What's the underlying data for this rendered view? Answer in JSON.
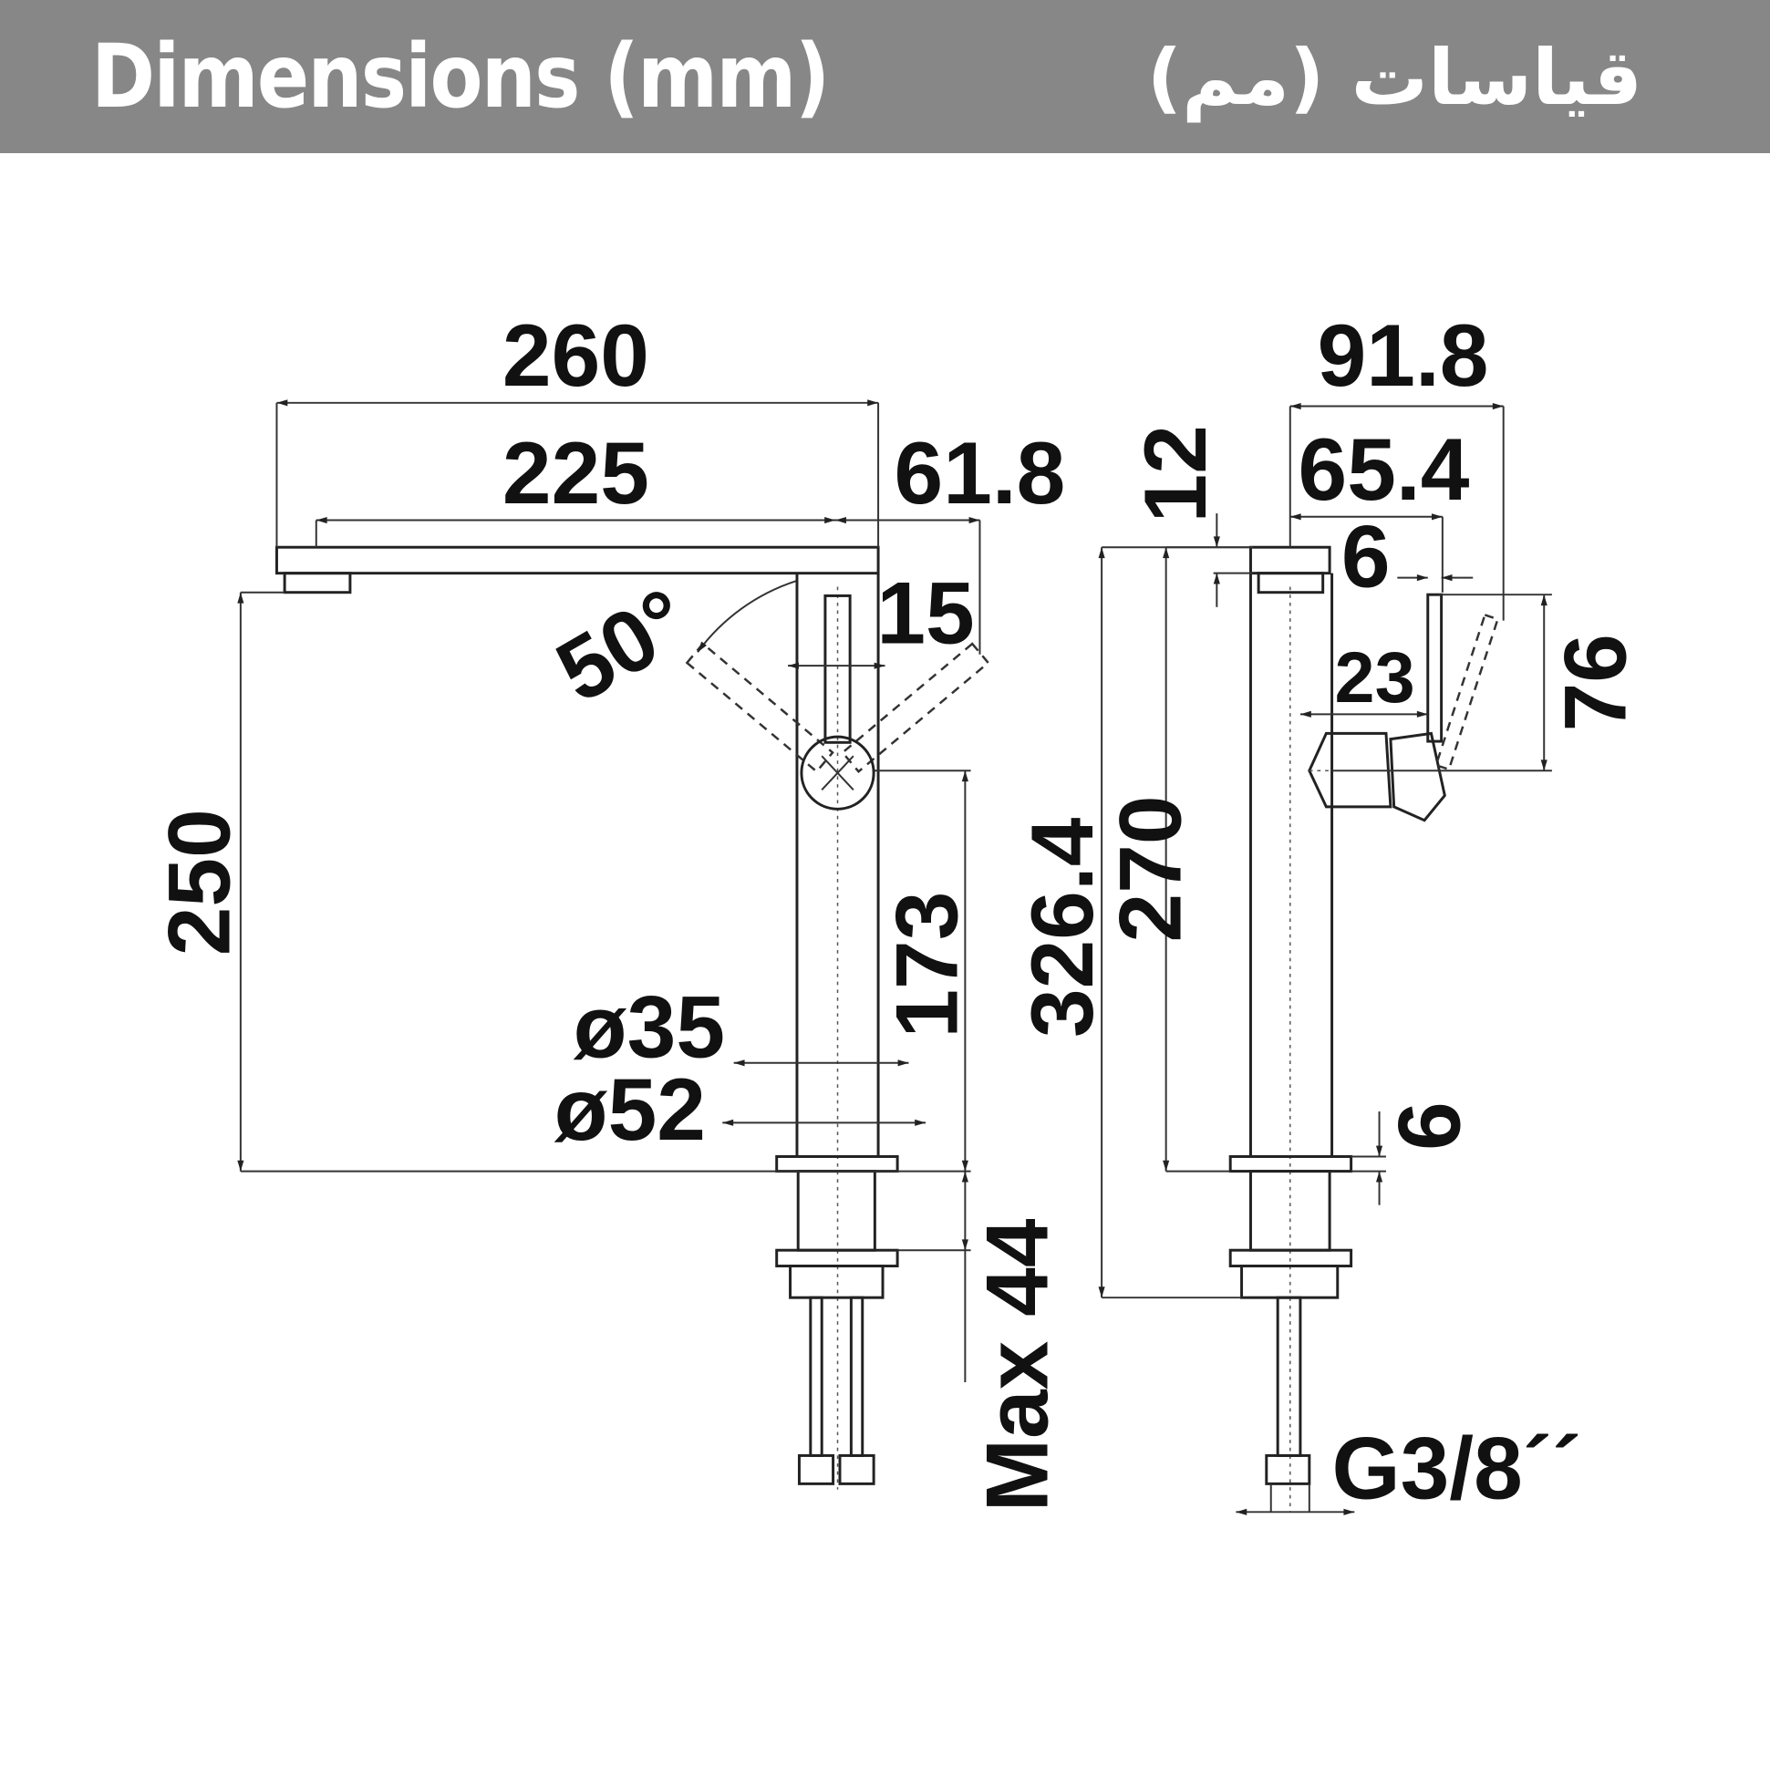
{
  "header": {
    "title_en": "Dimensions (mm)",
    "title_ar": "قياسات (مم)",
    "background": "#878787"
  },
  "front_view": {
    "overall_length": "260",
    "spout_reach": "225",
    "spout_offset": "61.8",
    "lever_angle": "50°",
    "lever_width": "15",
    "spout_height": "250",
    "lever_axis_height": "173",
    "body_diameter": "ø35",
    "base_diameter": "ø52",
    "max_counter_thickness": "Max 44"
  },
  "side_view": {
    "overall_depth": "91.8",
    "body_to_lever": "65.4",
    "spout_thickness": "12",
    "lever_gap": "6",
    "lever_height": "76",
    "knob_depth": "23",
    "total_height": "326.4",
    "body_height": "270",
    "base_thickness": "6",
    "connection": "G3/8´´"
  }
}
